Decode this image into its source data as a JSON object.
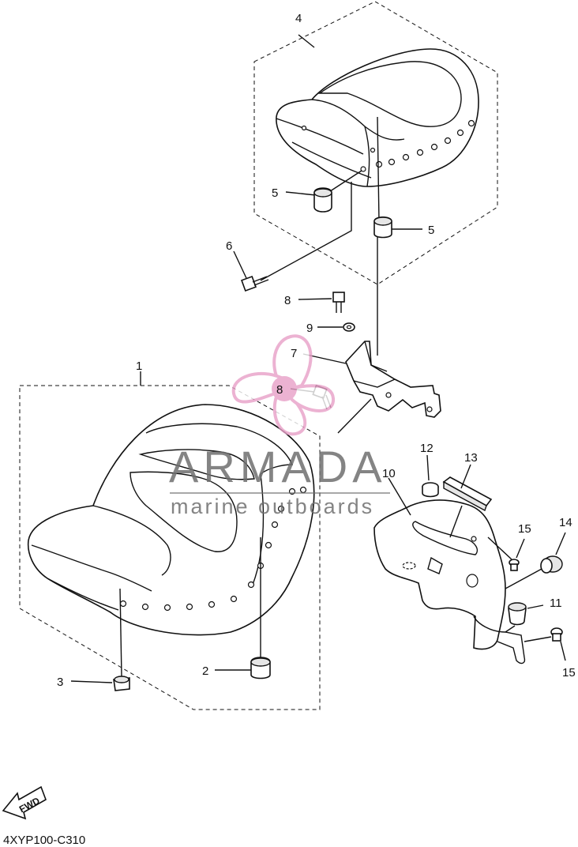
{
  "diagram": {
    "part_code": "4XYP100-C310",
    "fwd_label": "FWD",
    "callouts": {
      "c1": "1",
      "c2": "2",
      "c3": "3",
      "c4": "4",
      "c5a": "5",
      "c5b": "5",
      "c6": "6",
      "c7": "7",
      "c8a": "8",
      "c8b": "8",
      "c9": "9",
      "c10": "10",
      "c11": "11",
      "c12": "12",
      "c13": "13",
      "c14": "14",
      "c15a": "15",
      "c15b": "15"
    }
  },
  "watermark": {
    "brand": "ARMADA",
    "tagline": "marine outboards",
    "colors": {
      "propeller": "#e8a0c8",
      "text": "#6f6f6f"
    }
  }
}
